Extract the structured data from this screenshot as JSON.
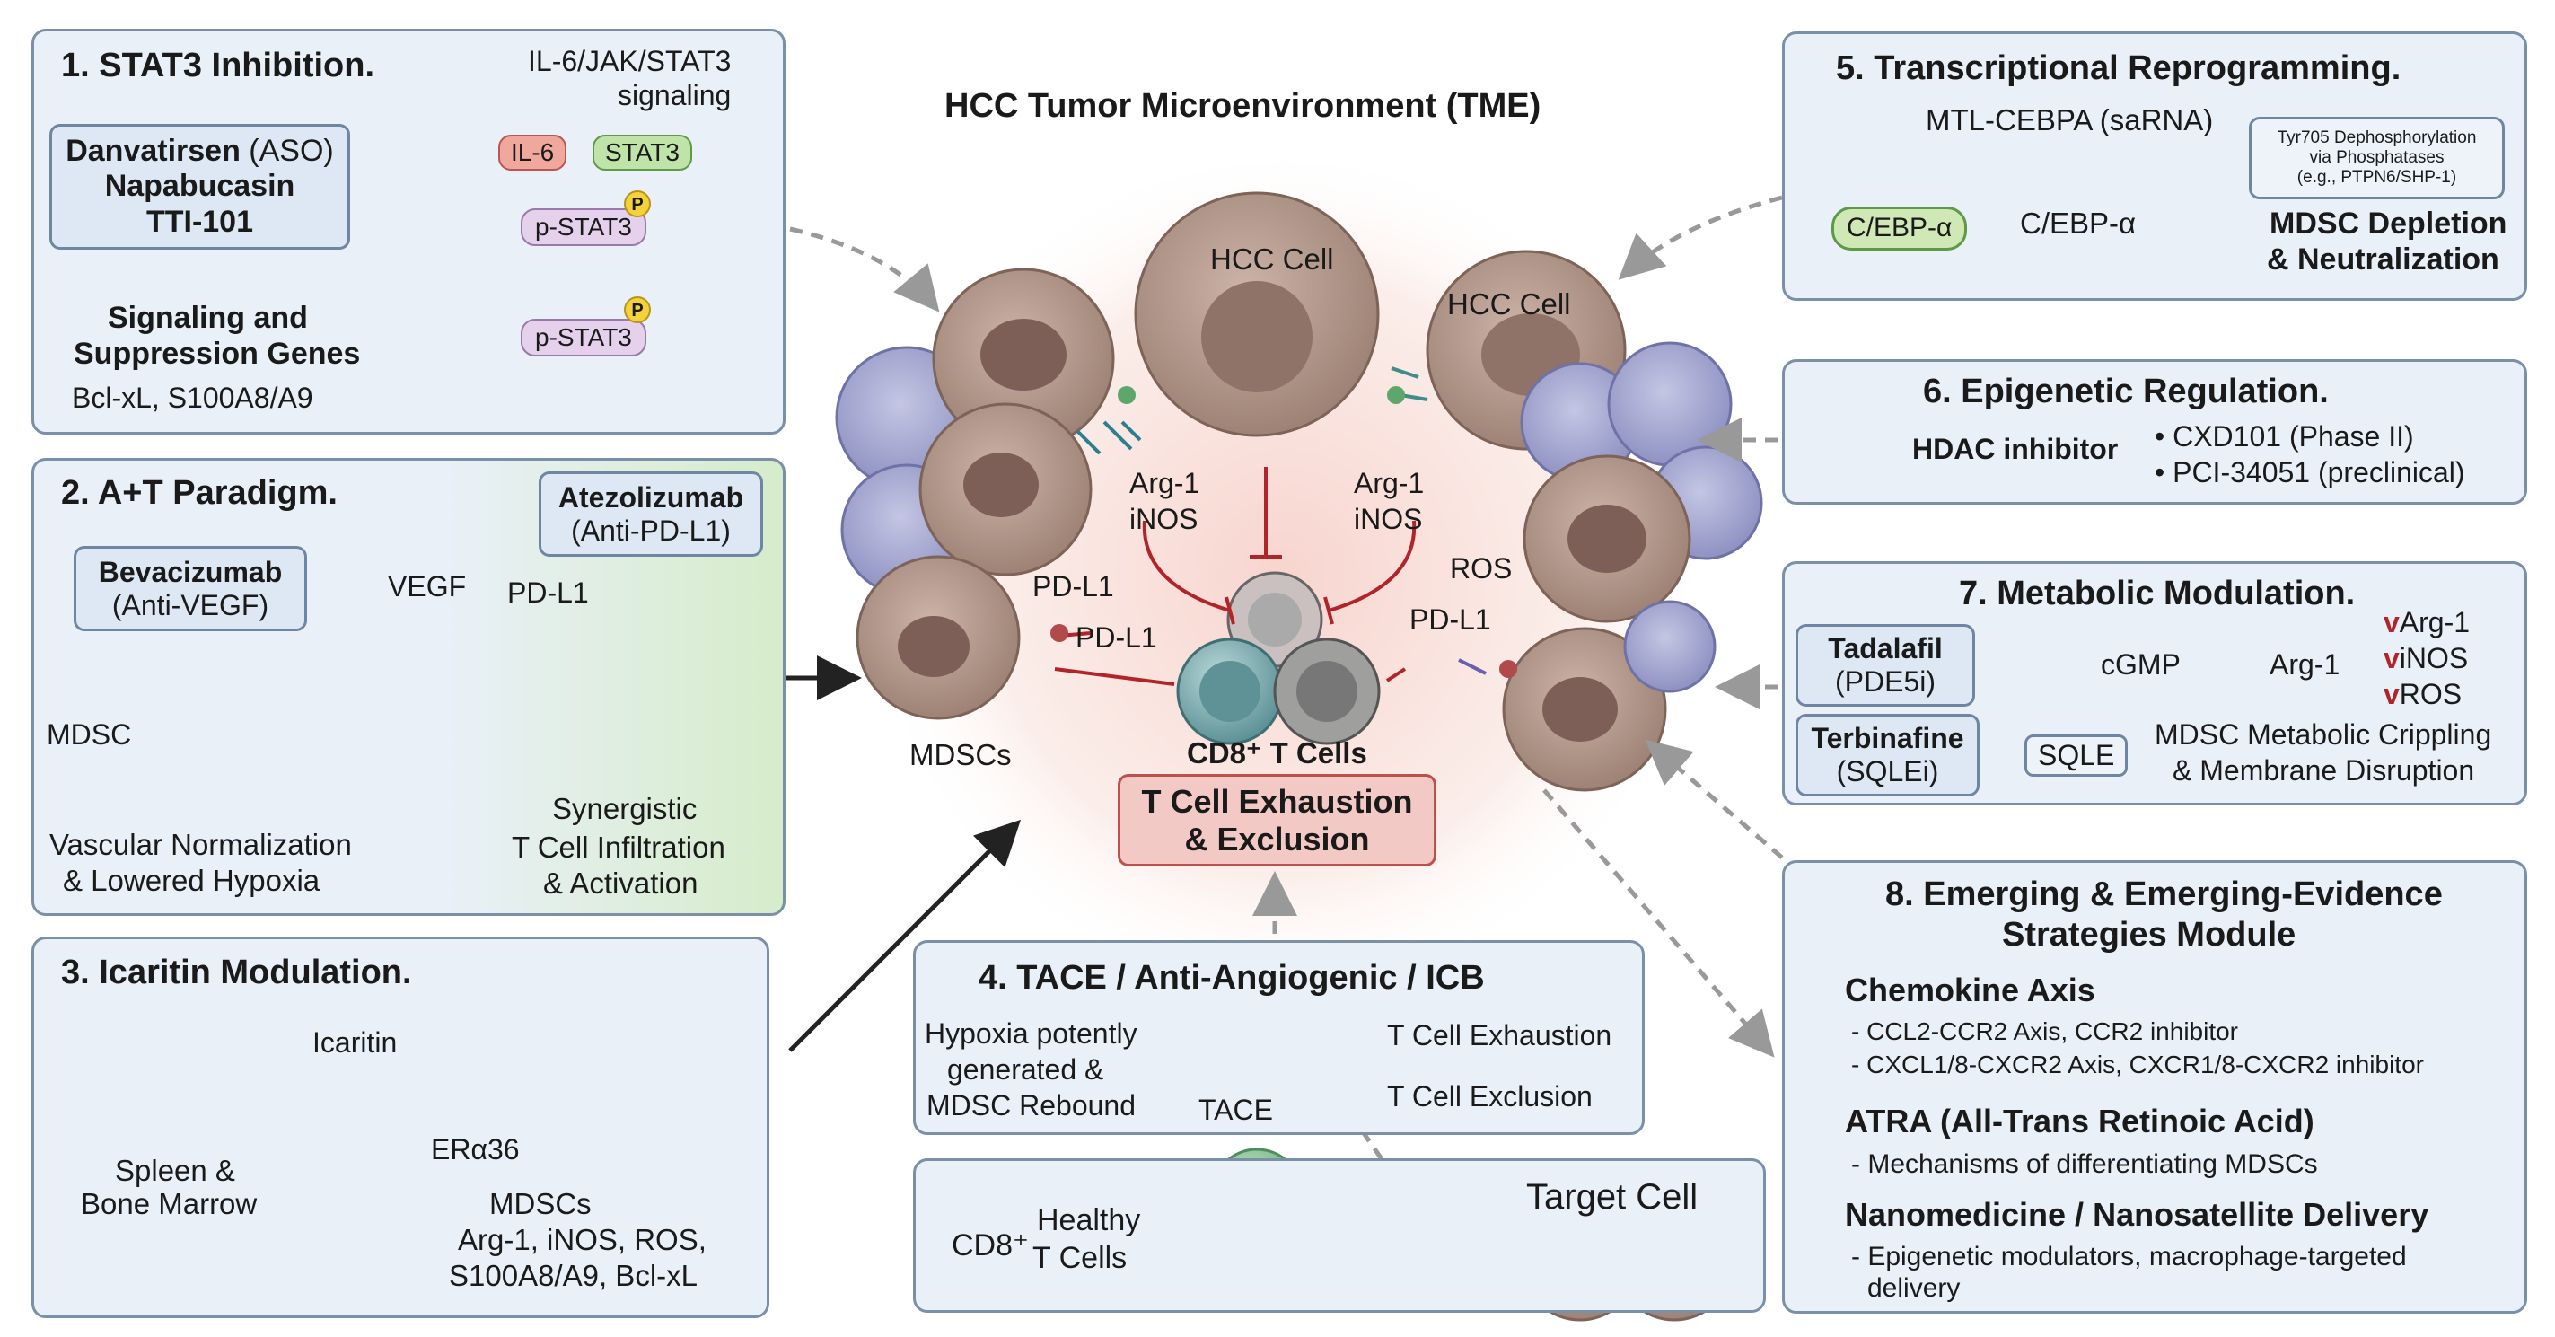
{
  "center": {
    "title": "HCC Tumor Microenvironment (TME)",
    "hcc1": "HCC Cell",
    "hcc2": "HCC Cell",
    "arg_left": "Arg-1",
    "inos_left": "iNOS",
    "arg_right": "Arg-1",
    "inos_right": "iNOS",
    "pdl1_a": "PD-L1",
    "pdl1_b": "PD-L1",
    "pdl1_c": "PD-L1",
    "ros": "ROS",
    "mdscs": "MDSCs",
    "cd8_label": "CD8⁺ T Cells",
    "exhaustion_line1": "T Cell Exhaustion",
    "exhaustion_line2": "& Exclusion"
  },
  "p1": {
    "title": "1. STAT3 Inhibition.",
    "signal_line1": "IL-6/JAK/STAT3",
    "signal_line2": "signaling",
    "drug_line1_b": "Danvatirsen",
    "drug_line1_n": " (ASO)",
    "drug_line2": "Napabucasin",
    "drug_line3": "TTI-101",
    "il6": "IL-6",
    "stat3": "STAT3",
    "pstat3_a": "p-STAT3",
    "pstat3_b": "p-STAT3",
    "p_a": "P",
    "p_b": "P",
    "genes_line1": "Signaling and",
    "genes_line2": "Suppression Genes",
    "genes_list": "Bcl-xL, S100A8/A9"
  },
  "p2": {
    "title": "2. A+T Paradigm.",
    "atezo_name": "Atezolizumab",
    "atezo_target": "(Anti-PD-L1)",
    "bev_name": "Bevacizumab",
    "bev_target": "(Anti-VEGF)",
    "vegf": "VEGF",
    "pdl1": "PD-L1",
    "mdsc": "MDSC",
    "vasc_line1": "Vascular Normalization",
    "vasc_line2": "& Lowered Hypoxia",
    "syn_line1": "Synergistic",
    "syn_line2": "T Cell Infiltration",
    "syn_line3": "& Activation"
  },
  "p3": {
    "title": "3. Icaritin Modulation.",
    "icaritin": "Icaritin",
    "spleen_line1": "Spleen &",
    "spleen_line2": "Bone Marrow",
    "era36": "ERα36",
    "mdscs": "MDSCs",
    "markers_line1": "Arg-1, iNOS, ROS,",
    "markers_line2": "S100A8/A9, Bcl-xL"
  },
  "p4": {
    "title": "4. TACE / Anti-Angiogenic / ICB",
    "hyp_line1": "Hypoxia potently",
    "hyp_line2": "generated &",
    "hyp_line3": "MDSC Rebound",
    "tace": "TACE",
    "exhaustion": "T Cell Exhaustion",
    "exclusion": "T Cell Exclusion"
  },
  "healthy": {
    "cd8": "CD8⁺",
    "line1": "Healthy",
    "line2": "T Cells",
    "target": "Target Cell"
  },
  "p5": {
    "title": "5. Transcriptional Reprogramming.",
    "mtl": "MTL-CEBPA (saRNA)",
    "tyr_line1": "Tyr705 Dephosphorylation",
    "tyr_line2": "via Phosphatases",
    "tyr_line3": "(e.g., PTPN6/SHP-1)",
    "cebpa_a": "C/EBP-α",
    "cebpa_b": "C/EBP-α",
    "outcome_line1": "MDSC Depletion",
    "outcome_line2": "& Neutralization"
  },
  "p6": {
    "title": "6. Epigenetic Regulation.",
    "hdac": "HDAC inhibitor",
    "item1": "• CXD101 (Phase II)",
    "item2": "• PCI-34051 (preclinical)"
  },
  "p7": {
    "title": "7. Metabolic Modulation.",
    "tad_name": "Tadalafil",
    "tad_target": "(PDE5i)",
    "cgmp": "cGMP",
    "arg1": "Arg-1",
    "v": "v",
    "down1": "Arg-1",
    "down2": "iNOS",
    "down3": "ROS",
    "terb_name": "Terbinafine",
    "terb_target": "(SQLEi)",
    "sqle": "SQLE",
    "meta_line1": "MDSC Metabolic Crippling",
    "meta_line2": "& Membrane Disruption"
  },
  "p8": {
    "title_line1": "8. Emerging & Emerging-Evidence",
    "title_line2": "Strategies Module",
    "chem_title": "Chemokine Axis",
    "chem1": "- CCL2-CCR2 Axis, CCR2 inhibitor",
    "chem2": "- CXCL1/8-CXCR2 Axis, CXCR1/8-CXCR2 inhibitor",
    "atra_title": "ATRA (All-Trans Retinoic Acid)",
    "atra1": "- Mechanisms of differentiating MDSCs",
    "nano_title": "Nanomedicine / Nanosatellite Delivery",
    "nano1": "- Epigenetic modulators, macrophage-targeted",
    "nano2": "delivery"
  },
  "colors": {
    "panel_bg": "#e9f0f8",
    "panel_border": "#7a8fa8",
    "inhibit_red": "#b1242a",
    "hcc_cell": "#b59a8e",
    "mdsc_cell": "#a6a9d2",
    "tcell": "#7fb2b6",
    "exhaustion_box": "#f3c9c6",
    "synergy_green": "#3e8e2e"
  }
}
